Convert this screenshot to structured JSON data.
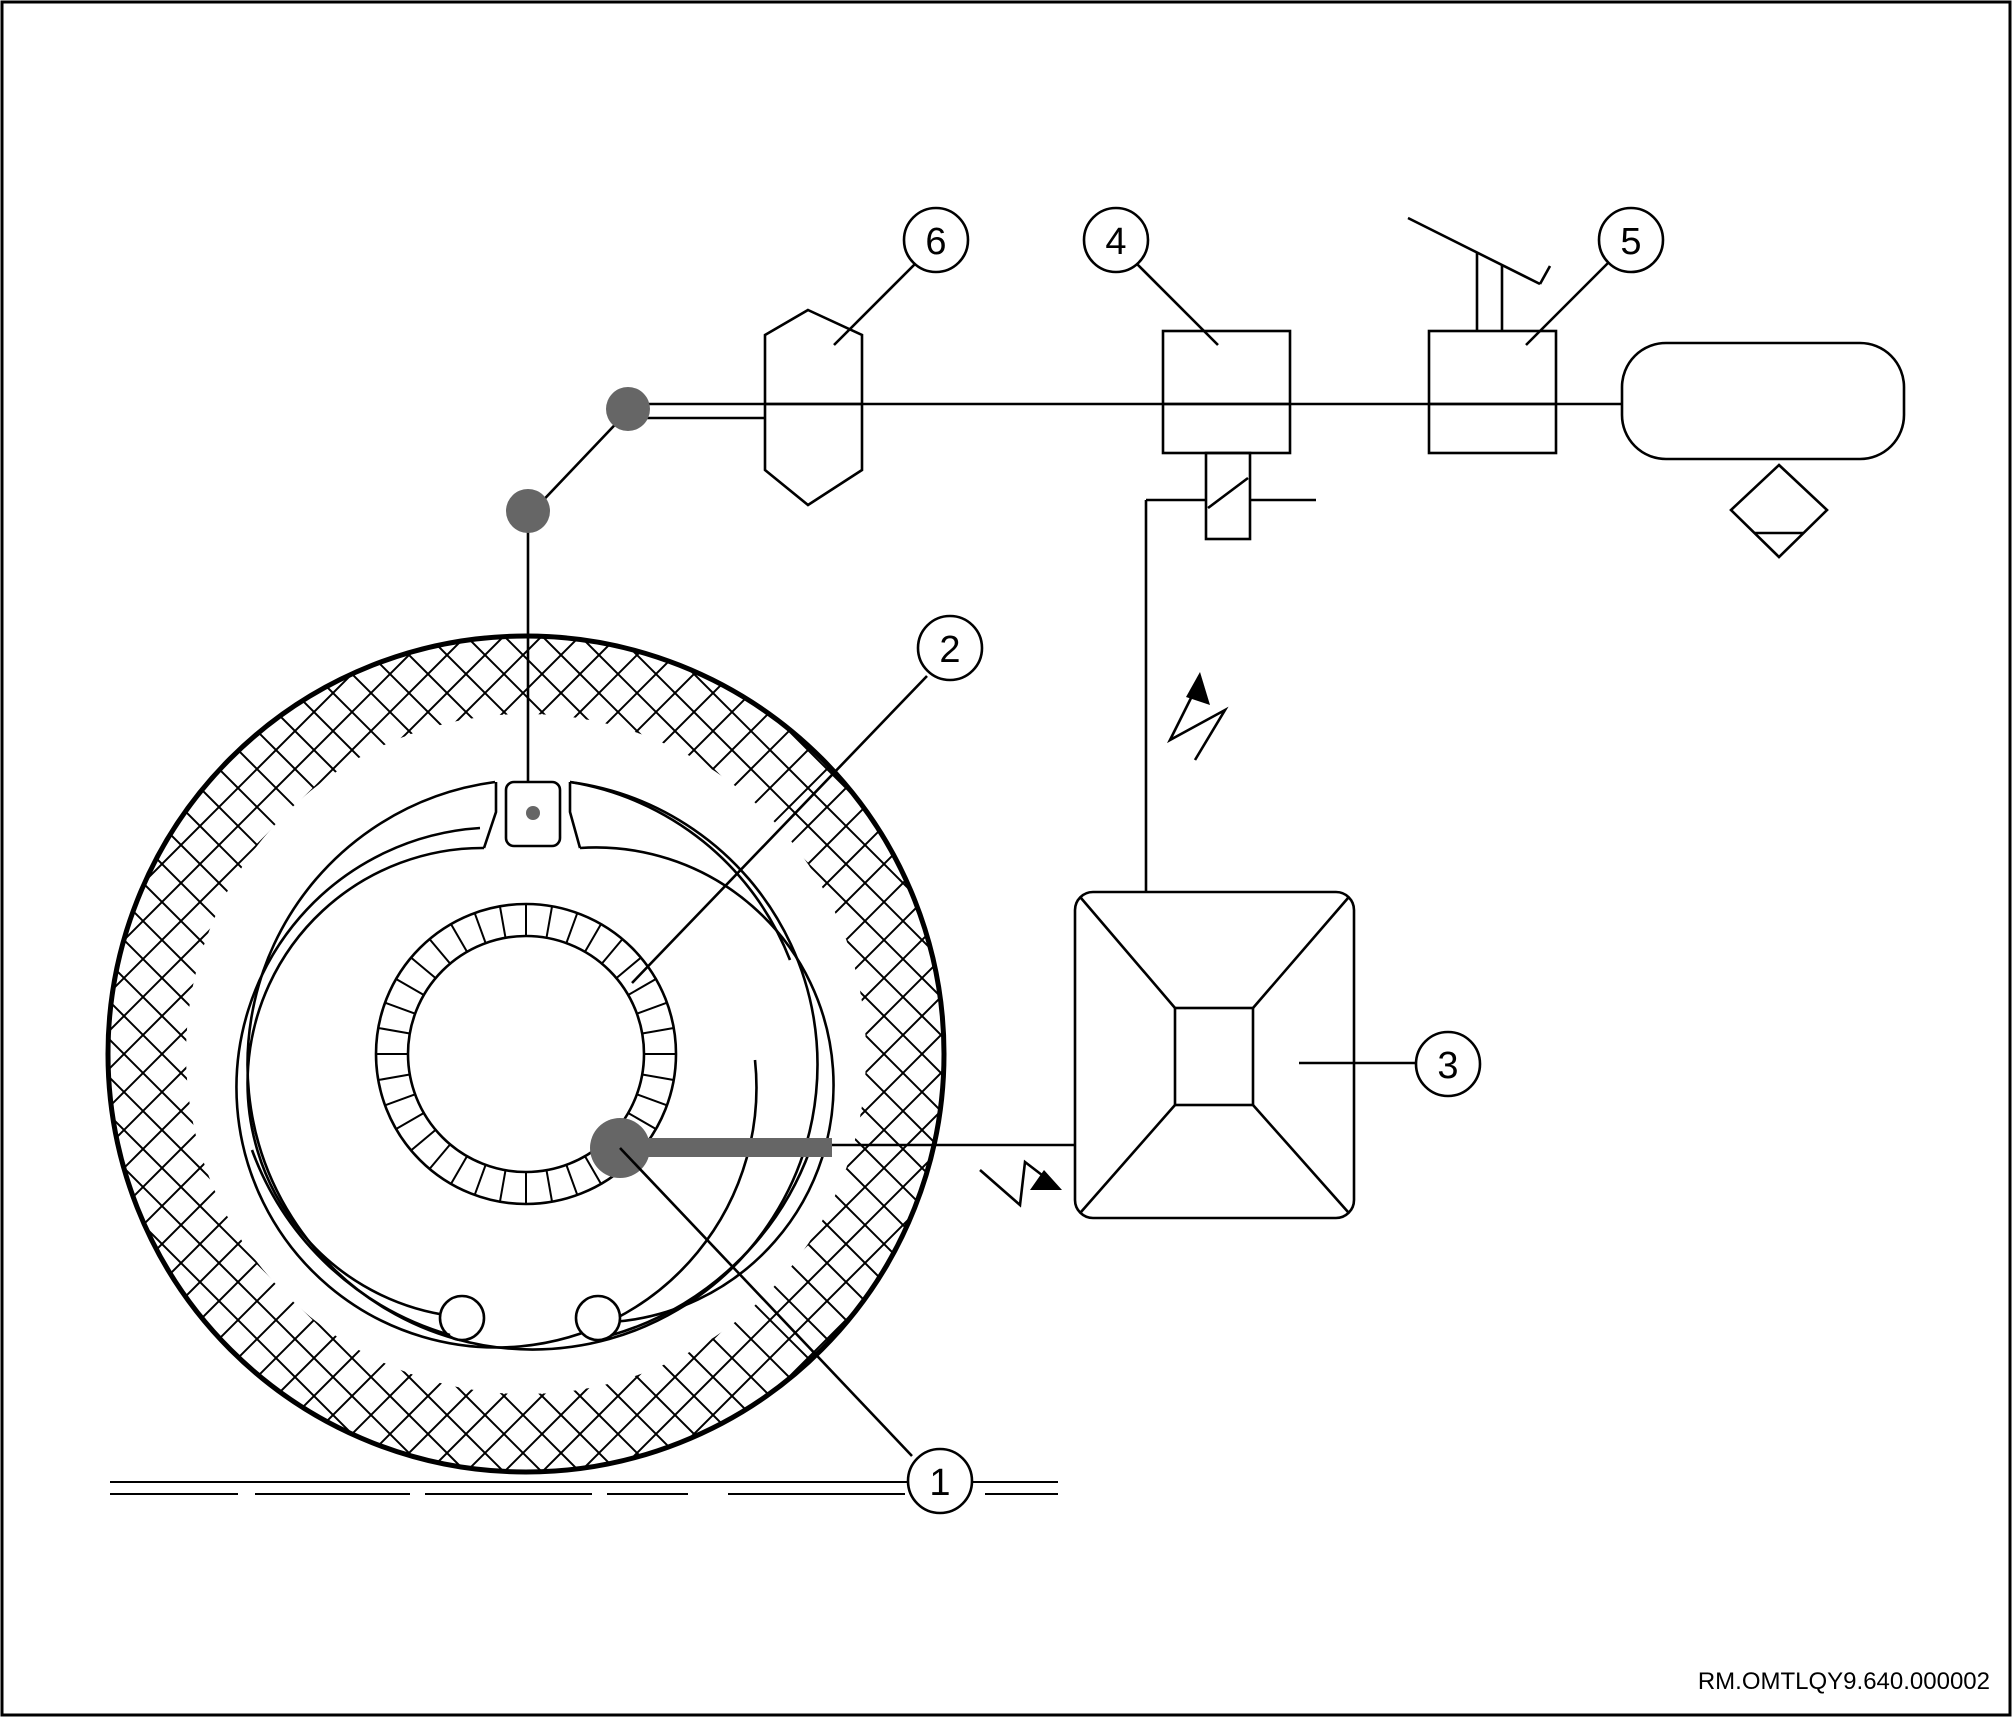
{
  "callouts": {
    "c1": "1",
    "c2": "2",
    "c3": "3",
    "c4": "4",
    "c5": "5",
    "c6": "6"
  },
  "reference": "RM.OMTLQY9.640.000002",
  "colors": {
    "line": "#000000",
    "node": "#666666",
    "background": "#ffffff"
  }
}
